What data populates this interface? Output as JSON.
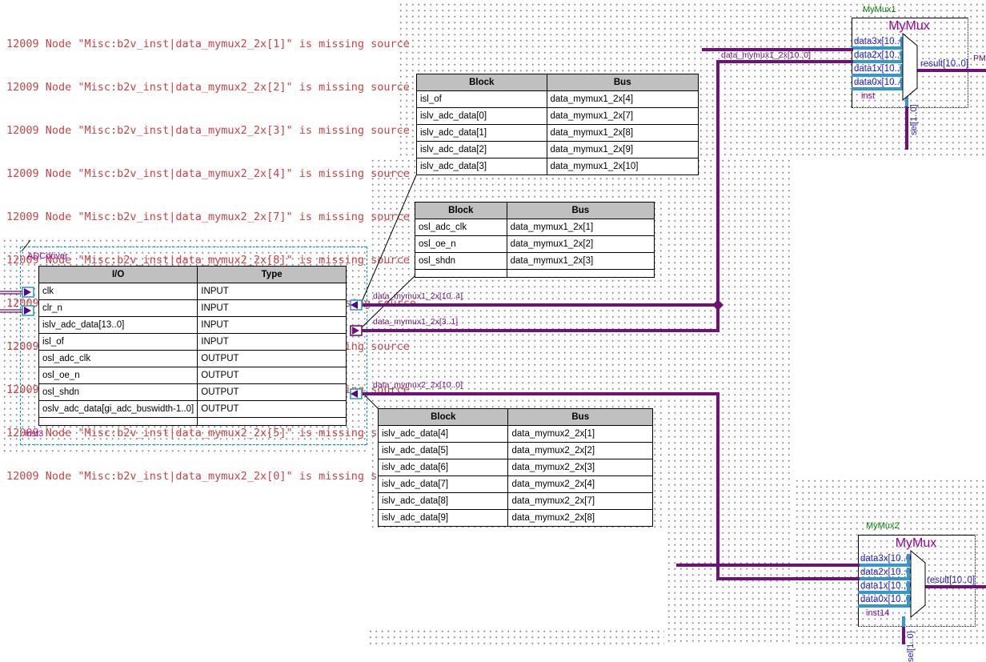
{
  "errors": [
    "12009 Node \"Misc:b2v_inst|data_mymux2_2x[1]\" is missing source",
    "12009 Node \"Misc:b2v_inst|data_mymux2_2x[2]\" is missing source",
    "12009 Node \"Misc:b2v_inst|data_mymux2_2x[3]\" is missing source",
    "12009 Node \"Misc:b2v_inst|data_mymux2_2x[4]\" is missing source",
    "12009 Node \"Misc:b2v_inst|data_mymux2_2x[7]\" is missing source",
    "12009 Node \"Misc:b2v_inst|data_mymux2_2x[8]\" is missing source",
    "12009 Node \"Misc:b2v_inst|data_mymux2_2x[10]\" is missing source",
    "12009 Node \"Misc:b2v_inst|data_mymux2_2x[9]\" is missing source",
    "12009 Node \"Misc:b2v_inst|data_mymux2_2x[6]\" is missing source",
    "12009 Node \"Misc:b2v_inst|data_mymux2_2x[5]\" is missing source",
    "12009 Node \"Misc:b2v_inst|data_mymux2_2x[0]\" is missing source"
  ],
  "tables": {
    "t1": {
      "headers": [
        "Block",
        "Bus"
      ],
      "rows": [
        [
          "isl_of",
          "data_mymux1_2x[4]"
        ],
        [
          "islv_adc_data[0]",
          "data_mymux1_2x[7]"
        ],
        [
          "islv_adc_data[1]",
          "data_mymux1_2x[8]"
        ],
        [
          "islv_adc_data[2]",
          "data_mymux1_2x[9]"
        ],
        [
          "islv_adc_data[3]",
          "data_mymux1_2x[10]"
        ]
      ]
    },
    "t2": {
      "headers": [
        "Block",
        "Bus"
      ],
      "rows": [
        [
          "osl_adc_clk",
          "data_mymux1_2x[1]"
        ],
        [
          "osl_oe_n",
          "data_mymux1_2x[2]"
        ],
        [
          "osl_shdn",
          "data_mymux1_2x[3]"
        ]
      ]
    },
    "t3": {
      "headers": [
        "Block",
        "Bus"
      ],
      "rows": [
        [
          "islv_adc_data[4]",
          "data_mymux2_2x[1]"
        ],
        [
          "islv_adc_data[5]",
          "data_mymux2_2x[2]"
        ],
        [
          "islv_adc_data[6]",
          "data_mymux2_2x[3]"
        ],
        [
          "islv_adc_data[7]",
          "data_mymux2_2x[4]"
        ],
        [
          "islv_adc_data[8]",
          "data_mymux2_2x[7]"
        ],
        [
          "islv_adc_data[9]",
          "data_mymux2_2x[8]"
        ]
      ]
    }
  },
  "adcdriver": {
    "type_label": "ADCdriver",
    "inst": "inst3",
    "headers": [
      "I/O",
      "Type"
    ],
    "rows": [
      [
        "clk",
        "INPUT"
      ],
      [
        "clr_n",
        "INPUT"
      ],
      [
        "islv_adc_data[13..0]",
        "INPUT"
      ],
      [
        "isl_of",
        "INPUT"
      ],
      [
        "osl_adc_clk",
        "OUTPUT"
      ],
      [
        "osl_oe_n",
        "OUTPUT"
      ],
      [
        "osl_shdn",
        "OUTPUT"
      ],
      [
        "oslv_adc_data[gi_adc_buswidth-1..0]",
        "OUTPUT"
      ]
    ]
  },
  "mux1": {
    "ref": "MyMux1",
    "title": "MyMux",
    "inst": "inst",
    "ports": [
      "data3x[10..0]",
      "data2x[10..0]",
      "data1x[10..0]",
      "data0x[10..0]"
    ],
    "result": "result[10..0]",
    "sel": "sel[1..0]"
  },
  "mux2": {
    "ref": "MyMux2",
    "title": "MyMux",
    "inst": "inst14",
    "ports": [
      "data3x[10..0]",
      "data2x[10..0]",
      "data1x[10..0]",
      "data0x[10..0]"
    ],
    "result": "result[10..0]",
    "sel": "sel[1..0]"
  },
  "bus_labels": {
    "b1": "data_mymux1_2x[10..4]",
    "b2": "data_mymux1_2x[3..1]",
    "b3": "data_mymux2_2x[10..0]",
    "b4": "data_mymux1_2x[10..0]",
    "pm": "PM"
  },
  "colors": {
    "wire": "#6F1179",
    "port_stub": "#3399CC",
    "port_text": "#2121CC",
    "title": "#990099",
    "instance": "#008000",
    "error": "#C94444",
    "table_header_bg": "#C0C0C0",
    "selection": "#00A0A8"
  }
}
